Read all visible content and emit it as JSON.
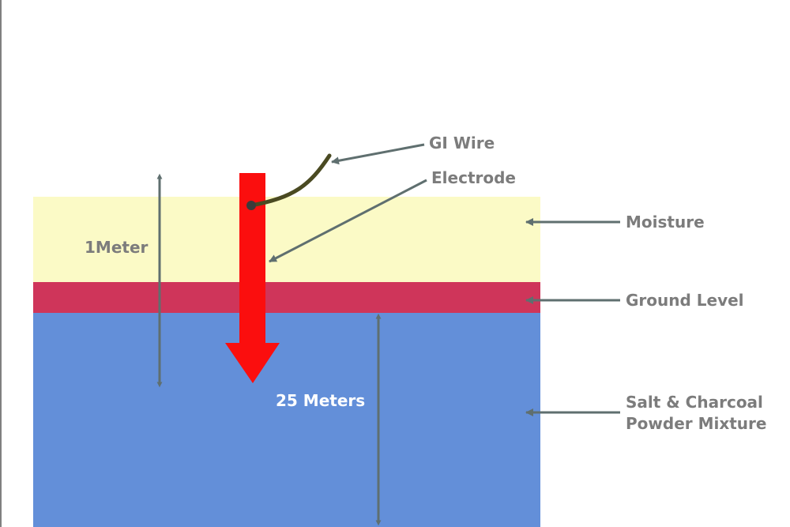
{
  "labels": {
    "gi_wire": "GI Wire",
    "electrode": "Electrode",
    "moisture": "Moisture",
    "ground_level": "Ground Level",
    "mixture_line1": "Salt & Charcoal",
    "mixture_line2": "Powder Mixture",
    "one_meter": "1Meter",
    "twenty_five_meters": "25 Meters"
  },
  "colors": {
    "moisture_layer": "#fbfac6",
    "ground_layer": "#cf355a",
    "mixture_layer": "#638fd9",
    "electrode": "#fb0e0e",
    "wire": "#4a4a22",
    "pointer": "#5f6f6f",
    "label_text": "#7c7c7c"
  }
}
